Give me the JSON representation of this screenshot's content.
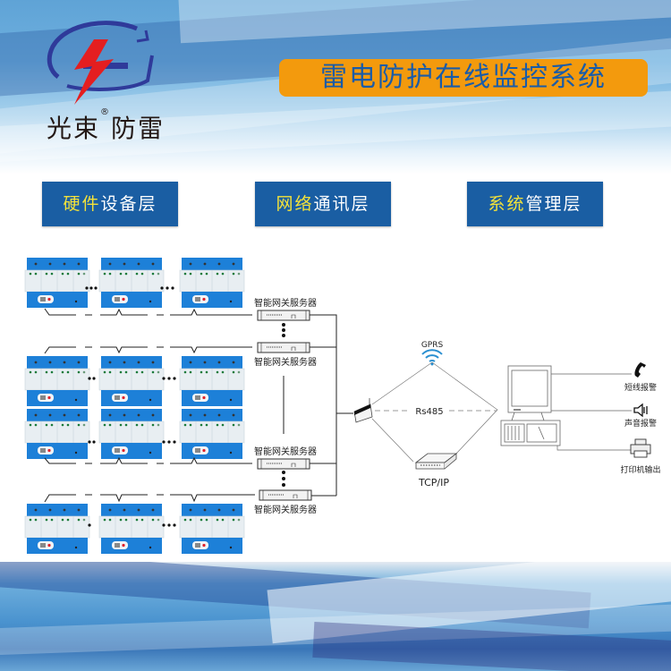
{
  "brand": {
    "name_part1": "光束",
    "registered": "®",
    "name_part2": "防雷"
  },
  "title": "雷电防护在线监控系统",
  "layers": [
    {
      "highlight": "硬件",
      "rest": "设备层"
    },
    {
      "highlight": "网络",
      "rest": "通讯层"
    },
    {
      "highlight": "系统",
      "rest": "管理层"
    }
  ],
  "gateway_label": "智能网关服务器",
  "network": {
    "gprs": "GPRS",
    "rs485": "Rs485",
    "tcpip": "TCP/IP"
  },
  "outputs": [
    {
      "label": "短线报警",
      "icon": "phone-icon"
    },
    {
      "label": "声音报警",
      "icon": "speaker-icon"
    },
    {
      "label": "打印机输出",
      "icon": "printer-icon"
    }
  ],
  "colors": {
    "title_bg": "#f39a0d",
    "title_text": "#1a5ca8",
    "layer_bg": "#1a5ea3",
    "layer_highlight": "#f4e23a",
    "spd_blue": "#1d7fd6"
  }
}
